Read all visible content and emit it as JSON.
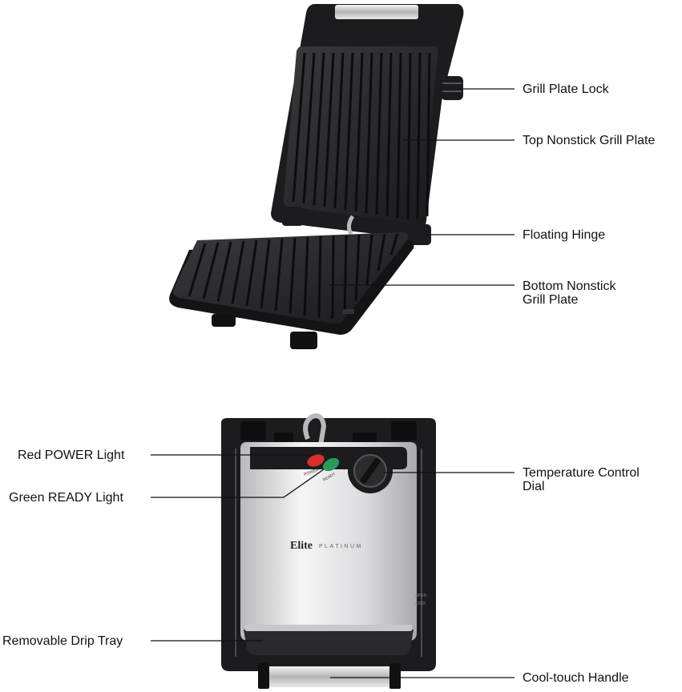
{
  "labels": {
    "grill_plate_lock": "Grill Plate Lock",
    "top_plate": "Top Nonstick Grill Plate",
    "floating_hinge": "Floating Hinge",
    "bottom_plate_line1": "Bottom Nonstick",
    "bottom_plate_line2": "Grill Plate",
    "red_light": "Red POWER Light",
    "green_light": "Green READY Light",
    "temp_dial_line1": "Temperature Control",
    "temp_dial_line2": "Dial",
    "drip_tray": "Removable Drip Tray",
    "handle": "Cool-touch Handle"
  },
  "product_markings": {
    "brand": "Elite",
    "sub_brand": "PLATINUM",
    "power_indicator": "POWER",
    "ready_indicator": "READY",
    "side_lock": "LOCK",
    "side_open": "OPEN"
  },
  "colors": {
    "body_black": "#1c1c1e",
    "plate_dark": "#2a2a2c",
    "steel": "#e4e4e6",
    "red_light": "#d9302a",
    "green_light": "#2a9a5a",
    "leader_line": "#111111"
  }
}
